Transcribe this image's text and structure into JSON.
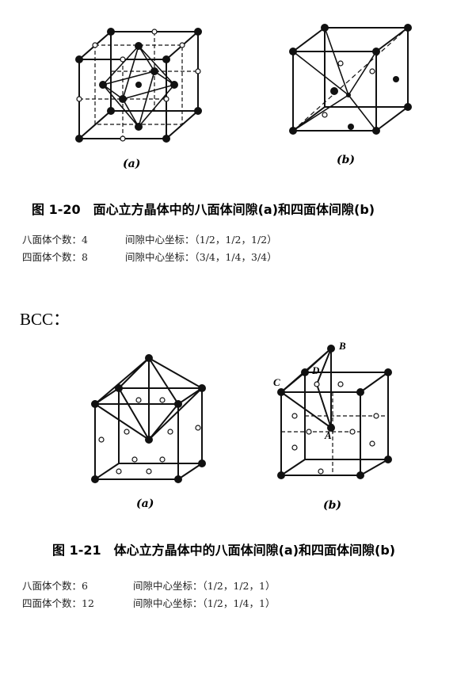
{
  "fcc": {
    "fig_a_label": "(a)",
    "fig_b_label": "(b)",
    "caption": "图 1-20　面心立方晶体中的八面体间隙(a)和四面体间隙(b)",
    "octa_count": "八面体个数：4",
    "octa_coord": "间隙中心坐标：（1/2，1/2，1/2）",
    "tetra_count": "四面体个数：8",
    "tetra_coord": "间隙中心坐标：（3/4，1/4，3/4）"
  },
  "bcc": {
    "heading": "BCC：",
    "fig_a_label": "(a)",
    "fig_b_label": "(b)",
    "points": {
      "A": "A",
      "B": "B",
      "C": "C",
      "D": "D"
    },
    "caption": "图 1-21　体心立方晶体中的八面体间隙(a)和四面体间隙(b)",
    "octa_count": "八面体个数：6",
    "octa_coord": "间隙中心坐标：（1/2，1/2，1）",
    "tetra_count": "四面体个数：12",
    "tetra_coord": "间隙中心坐标：（1/2，1/4，1）"
  }
}
